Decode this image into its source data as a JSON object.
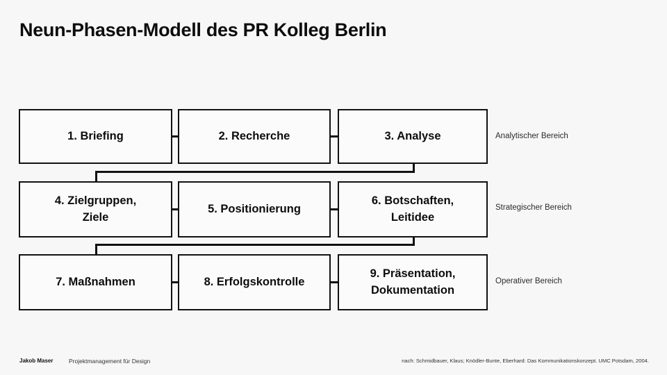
{
  "slide": {
    "title": "Neun-Phasen-Modell des PR Kolleg Berlin",
    "background_color": "#f7f7f7",
    "line_color": "#111111",
    "text_color": "#0d0d0d"
  },
  "diagram": {
    "type": "flow-matrix",
    "rows": [
      {
        "band_label": "Analytischer Bereich",
        "boxes": [
          {
            "label": "1. Briefing"
          },
          {
            "label": "2. Recherche"
          },
          {
            "label": "3. Analyse"
          }
        ]
      },
      {
        "band_label": "Strategischer Bereich",
        "boxes": [
          {
            "label": "4. Zielgruppen,\nZiele"
          },
          {
            "label": "5. Positionierung"
          },
          {
            "label": "6. Botschaften,\nLeitidee"
          }
        ]
      },
      {
        "band_label": "Operativer Bereich",
        "boxes": [
          {
            "label": "7. Maßnahmen"
          },
          {
            "label": "8. Erfolgskontrolle"
          },
          {
            "label": "9. Präsentation,\nDokumentation"
          }
        ]
      }
    ]
  },
  "footer": {
    "author": "Jakob Maser",
    "course": "Projektmanagement für Design",
    "source": "nach: Schmidbauer, Klaus; Knödler-Bunte, Eberhard: Das Kommunikationskonzept. UMC Potsdam, 2004."
  }
}
